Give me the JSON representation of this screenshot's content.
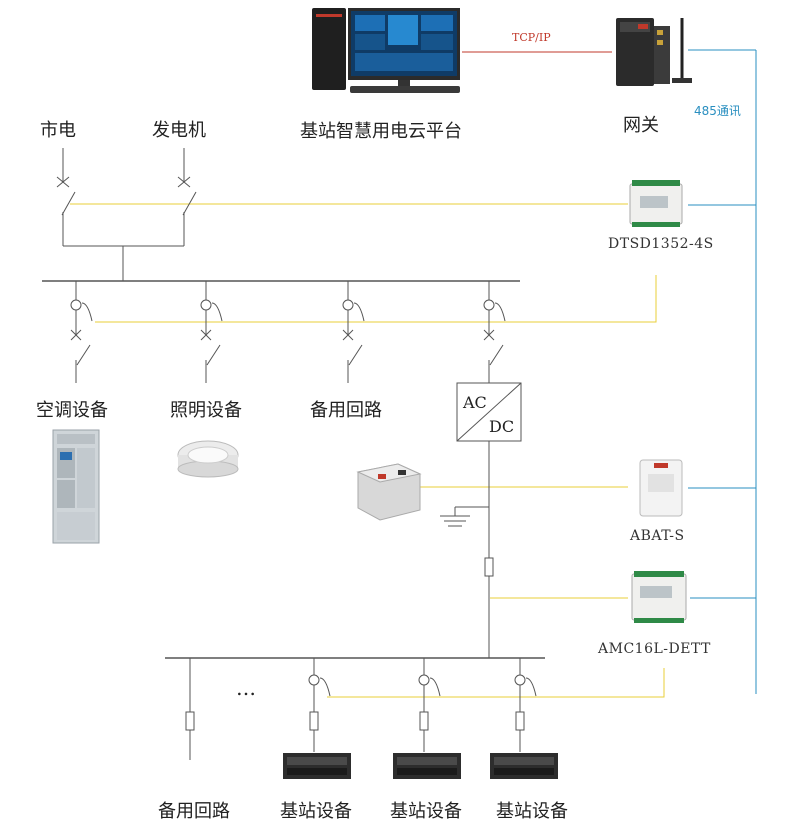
{
  "labels": {
    "grid": "市电",
    "generator": "发电机",
    "platform": "基站智慧用电云平台",
    "gateway": "网关",
    "protocol_tcp": "TCP/IP",
    "protocol_485": "485通讯",
    "meter_main": "DTSD1352-4S",
    "ac_equipment": "空调设备",
    "lighting": "照明设备",
    "spare_circuit_top": "备用回路",
    "acdc_ac": "AC",
    "acdc_dc": "DC",
    "battery_monitor": "ABAT-S",
    "dc_meter": "AMC16L-DETT",
    "ellipsis": "…",
    "spare_circuit_bottom": "备用回路",
    "bts1": "基站设备",
    "bts2": "基站设备",
    "bts3": "基站设备"
  },
  "colors": {
    "line": "#555555",
    "signal_yellow": "#e8cf3a",
    "comm_blue": "#2a8fc0",
    "tcp_red": "#c0392b"
  }
}
